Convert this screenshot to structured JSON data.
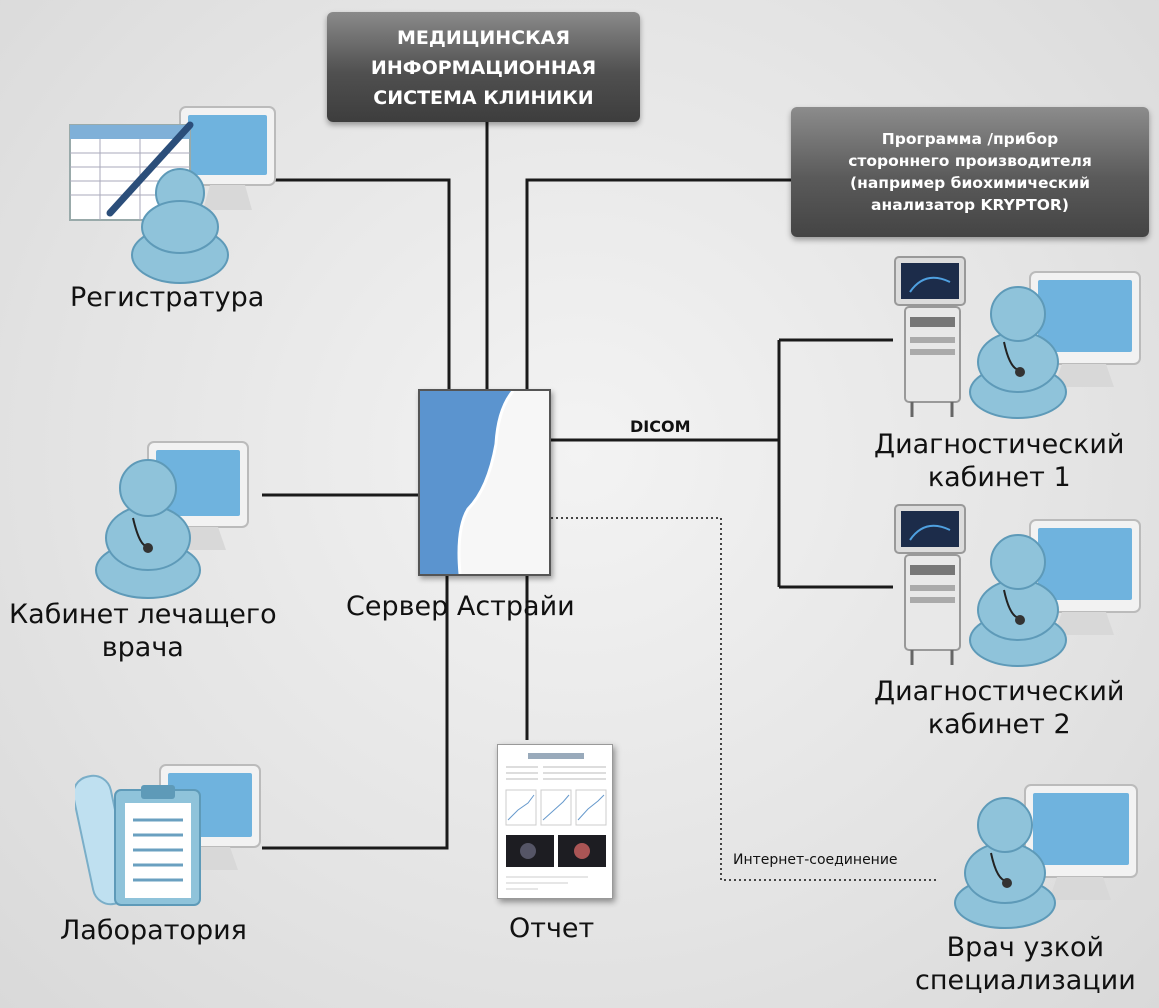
{
  "mis_box": {
    "lines": [
      "МЕДИЦИНСКАЯ",
      "ИНФОРМАЦИОННАЯ",
      "СИСТЕМА КЛИНИКИ"
    ]
  },
  "third_party_box": {
    "lines": [
      "Программа /прибор",
      "стороннего производителя",
      "(например биохимический",
      "анализатор KRYPTOR)"
    ]
  },
  "nodes": {
    "registratura": "Регистратура",
    "doctor_office": [
      "Кабинет лечащего",
      "врача"
    ],
    "laboratory": "Лаборатория",
    "server": "Сервер Астрайи",
    "report": "Отчет",
    "diag1": [
      "Диагностический",
      "кабинет 1"
    ],
    "diag2": [
      "Диагностический",
      "кабинет 2"
    ],
    "specialist": [
      "Врач узкой",
      "специализации"
    ]
  },
  "connections": {
    "dicom": "DICOM",
    "internet": "Интернет-соединение"
  },
  "colors": {
    "line": "#1a1a1a",
    "box_dark": "#4a4a4a",
    "server_blue": "#5b94cf",
    "person": "#8fc3da",
    "monitor_screen": "#6fb3de"
  }
}
